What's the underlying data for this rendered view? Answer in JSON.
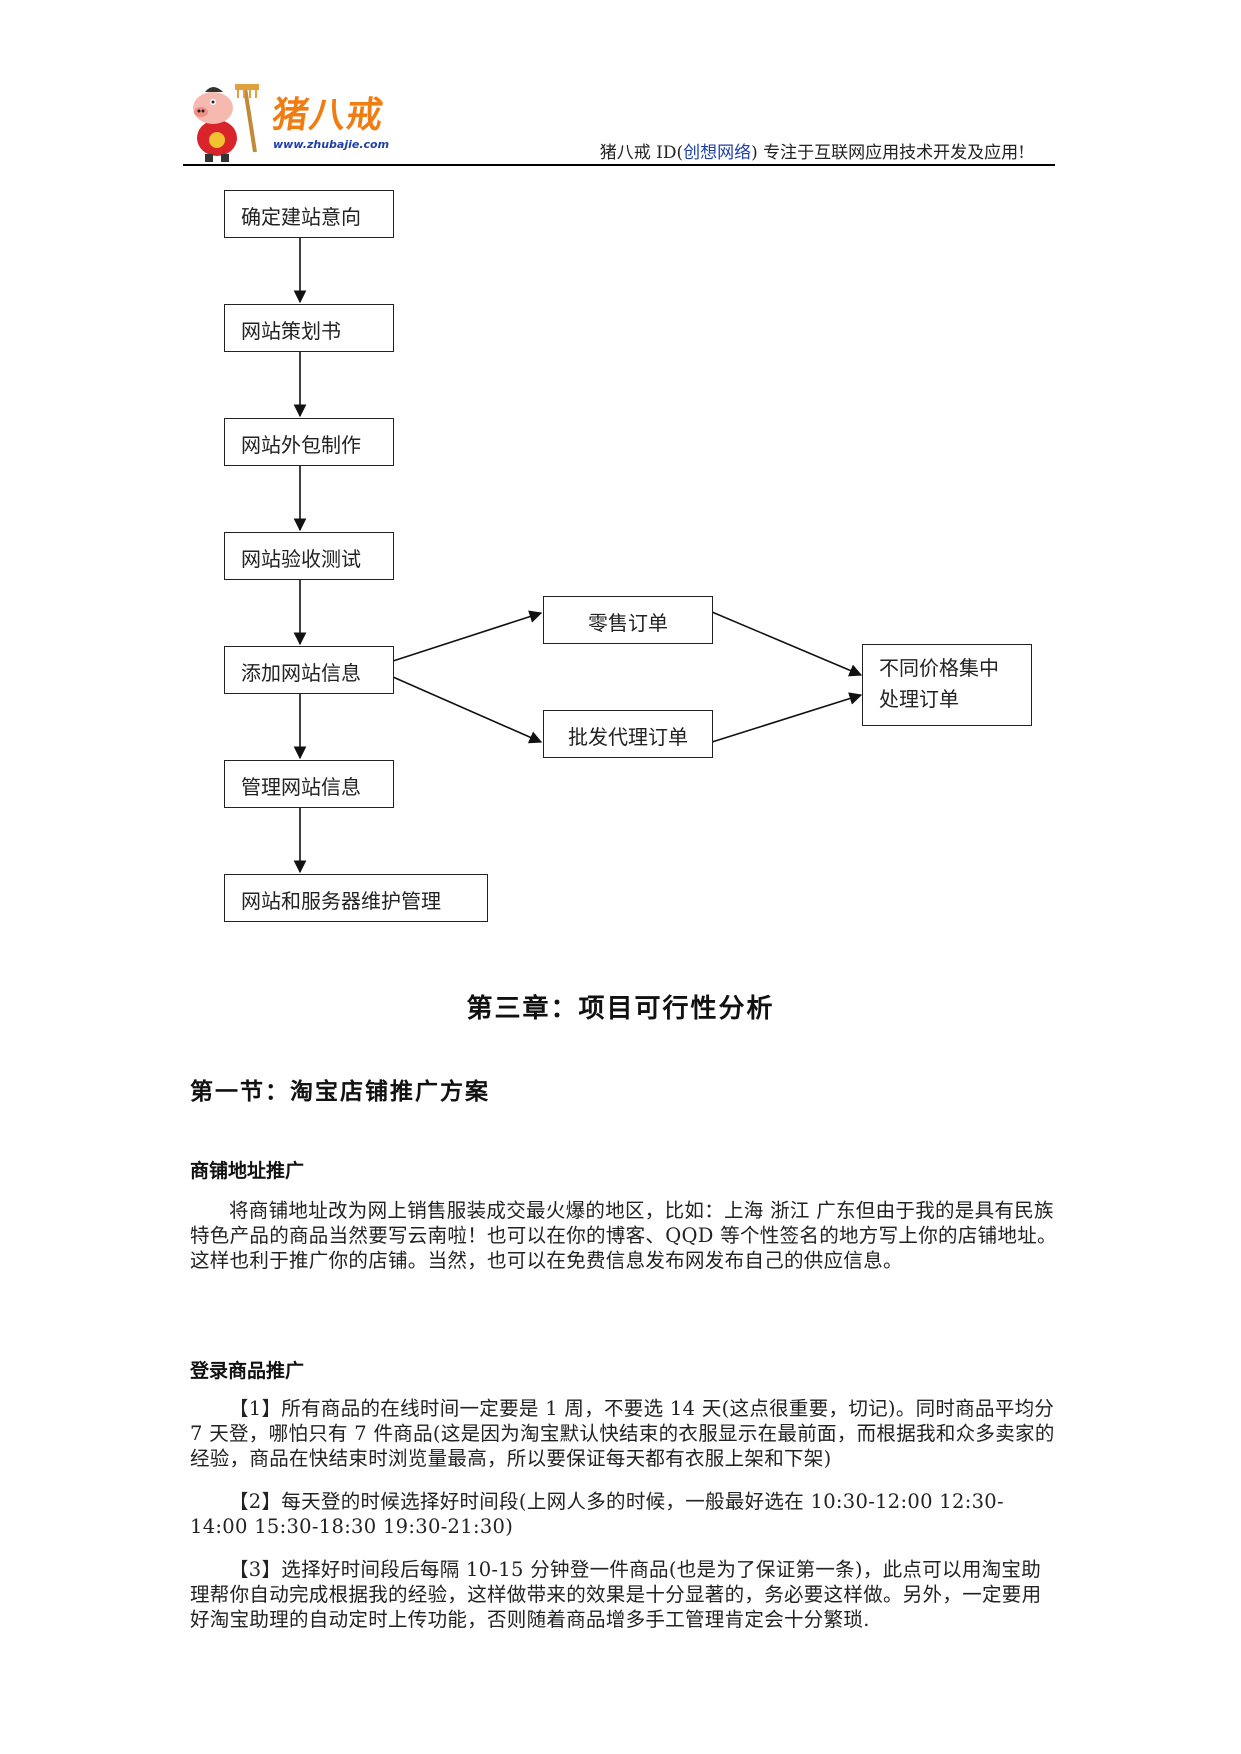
{
  "header": {
    "logo_text": "猪八戒",
    "logo_url": "www.zhubajie.com",
    "tagline_prefix": "猪八戒 ID(",
    "tagline_link": "创想网络",
    "tagline_suffix": ") 专注于互联网应用技术开发及应用!"
  },
  "flowchart": {
    "steps": [
      "确定建站意向",
      "网站策划书",
      "网站外包制作",
      "网站验收测试",
      "添加网站信息",
      "管理网站信息",
      "网站和服务器维护管理"
    ],
    "branches": [
      "零售订单",
      "批发代理订单"
    ],
    "merge": "不同价格集中处理订单"
  },
  "chapter": {
    "title": "第三章：项目可行性分析"
  },
  "section": {
    "title": "第一节：淘宝店铺推广方案"
  },
  "blocks": [
    {
      "heading": "商铺地址推广",
      "paragraphs": [
        "将商铺地址改为网上销售服装成交最火爆的地区，比如：上海  浙江  广东但由于我的是具有民族特色产品的商品当然要写云南啦！也可以在你的博客、QQD 等个性签名的地方写上你的店铺地址。这样也利于推广你的店铺。当然，也可以在免费信息发布网发布自己的供应信息。"
      ]
    },
    {
      "heading": "登录商品推广",
      "paragraphs": [
        "【1】所有商品的在线时间一定要是 1 周，不要选 14 天(这点很重要，切记)。同时商品平均分 7 天登，哪怕只有 7 件商品(这是因为淘宝默认快结束的衣服显示在最前面，而根据我和众多卖家的经验，商品在快结束时浏览量最高，所以要保证每天都有衣服上架和下架)",
        "【2】每天登的时候选择好时间段(上网人多的时候，一般最好选在 10:30-12:00 12:30-14:00  15:30-18:30  19:30-21:30)",
        "【3】选择好时间段后每隔 10-15 分钟登一件商品(也是为了保证第一条)，此点可以用淘宝助理帮你自动完成根据我的经验，这样做带来的效果是十分显著的，务必要这样做。另外，一定要用好淘宝助理的自动定时上传功能，否则随着商品增多手工管理肯定会十分繁琐."
      ]
    }
  ]
}
